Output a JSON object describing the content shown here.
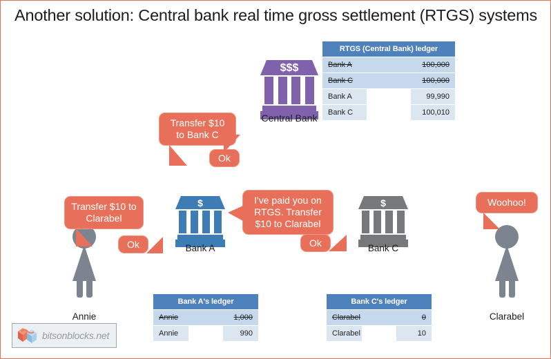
{
  "slide": {
    "title": "Another solution: Central bank real time gross settlement (RTGS) systems",
    "border_color": "#e8705a",
    "background": "#ffffff"
  },
  "ledgers": {
    "rtgs": {
      "header": "RTGS (Central Bank) ledger",
      "rows": [
        {
          "name": "Bank A",
          "amount": "100,000",
          "struck": true
        },
        {
          "name": "Bank C",
          "amount": "100,000",
          "struck": true
        },
        {
          "name": "Bank A",
          "amount": "99,990",
          "struck": false
        },
        {
          "name": "Bank C",
          "amount": "100,010",
          "struck": false
        }
      ]
    },
    "bank_a": {
      "header": "Bank A's ledger",
      "rows": [
        {
          "name": "Annie",
          "amount": "1,000",
          "struck": true
        },
        {
          "name": "Annie",
          "amount": "990",
          "struck": false
        }
      ]
    },
    "bank_c": {
      "header": "Bank C's ledger",
      "rows": [
        {
          "name": "Clarabel",
          "amount": "0",
          "struck": true
        },
        {
          "name": "Clarabel",
          "amount": "10",
          "struck": false
        }
      ]
    }
  },
  "banks": {
    "central": {
      "label": "Central Bank",
      "symbol": "$$$",
      "color": "#7f62ab"
    },
    "a": {
      "label": "Bank A",
      "symbol": "$",
      "color": "#3d7cb5"
    },
    "c": {
      "label": "Bank C",
      "symbol": "$",
      "color": "#76787a"
    }
  },
  "people": {
    "annie": {
      "label": "Annie",
      "color": "#7c858f"
    },
    "clarabel": {
      "label": "Clarabel",
      "color": "#7c858f"
    }
  },
  "bubbles": {
    "transfer_to_bank_c": "Transfer $10 to Bank C",
    "ok_central": "Ok",
    "transfer_to_clarabel": "Transfer $10 to Clarabel",
    "ok_bank_a": "Ok",
    "rtgs_paid": "I've paid you on RTGS. Transfer $10 to Clarabel",
    "ok_bank_c": "Ok",
    "woohoo": "Woohoo!",
    "fill_color": "#e8705a",
    "text_color": "#ffffff"
  },
  "watermark": {
    "text": "bitsonblocks.net",
    "cube_left_color": "#e8704f",
    "cube_right_color": "#8fc4e8"
  }
}
